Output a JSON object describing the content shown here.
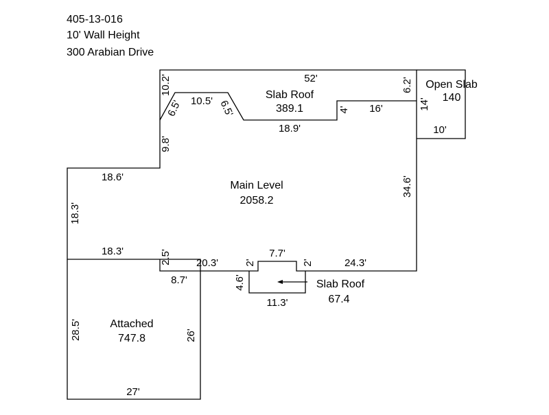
{
  "header": {
    "parcel": "405-13-016",
    "wall_height": "10' Wall Height",
    "address": "300 Arabian Drive"
  },
  "areas": {
    "slab_roof_top": {
      "label": "Slab Roof",
      "value": "389.1"
    },
    "open_slab": {
      "label": "Open Slab",
      "value": "140"
    },
    "main_level": {
      "label": "Main Level",
      "value": "2058.2"
    },
    "slab_roof_bottom": {
      "label": "Slab Roof",
      "value": "67.4"
    },
    "attached": {
      "label": "Attached",
      "value": "747.8"
    }
  },
  "dimensions": {
    "top_52": "52'",
    "left_10_2": "10.2'",
    "diag_6_5_left": "6.5'",
    "top_10_5": "10.5'",
    "diag_6_5_right": "6.5'",
    "step_4": "4'",
    "top_16": "16'",
    "top_18_9": "18.9'",
    "right_6_2": "6.2'",
    "open_14": "14'",
    "open_10": "10'",
    "left_9_8": "9.8'",
    "top_18_6": "18.6'",
    "left_18_3": "18.3'",
    "right_34_6": "34.6'",
    "mid_18_3": "18.3'",
    "step_2_5": "2.5'",
    "bot_8_7": "8.7'",
    "bot_20_3": "20.3'",
    "notch_2_left": "2'",
    "notch_7_7": "7.7'",
    "notch_2_right": "2'",
    "bot_24_3": "24.3'",
    "slab_4_6": "4.6'",
    "slab_11_3": "11.3'",
    "att_28_5": "28.5'",
    "att_26": "26'",
    "att_27": "27'"
  },
  "colors": {
    "line": "#000000",
    "background": "#ffffff"
  }
}
